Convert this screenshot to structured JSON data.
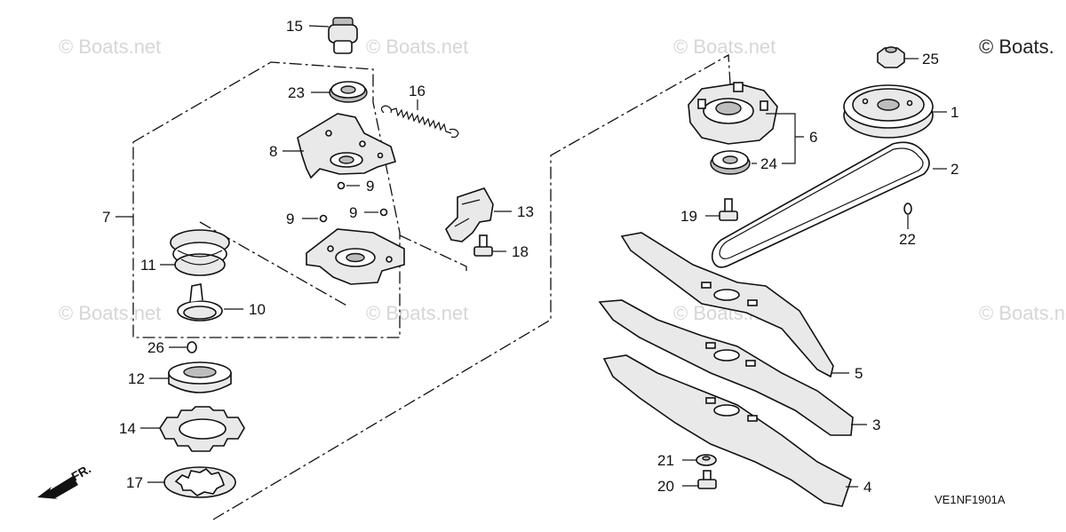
{
  "watermarks": [
    "© Boats.net",
    "© Boats.net",
    "© Boats.net",
    "© Boats.",
    "© Boats.net",
    "© Boats.net",
    "© Boats.net",
    "© Boats.net"
  ],
  "diagram_code": "VE1NF1901A",
  "direction_label": "FR.",
  "callouts": {
    "p1": "1",
    "p2": "2",
    "p3": "3",
    "p4": "4",
    "p5": "5",
    "p6": "6",
    "p7": "7",
    "p8": "8",
    "p9a": "9",
    "p9b": "9",
    "p9c": "9",
    "p10": "10",
    "p11": "11",
    "p12": "12",
    "p13": "13",
    "p14": "14",
    "p15": "15",
    "p16": "16",
    "p17": "17",
    "p18": "18",
    "p19": "19",
    "p20": "20",
    "p21": "21",
    "p22": "22",
    "p23": "23",
    "p24": "24",
    "p25": "25",
    "p26": "26"
  },
  "icons": {
    "direction": "arrow-fr-icon"
  }
}
